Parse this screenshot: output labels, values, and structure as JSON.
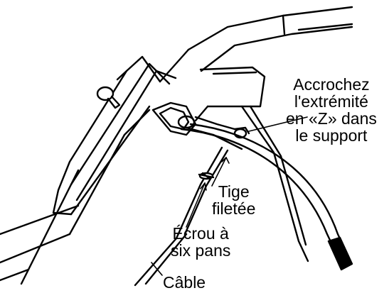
{
  "labels": {
    "hook": [
      "Accrochez",
      "l'extrémité",
      "en «Z» dans",
      "le support"
    ],
    "rod": [
      "Tige",
      "filetée"
    ],
    "nut": [
      "Écrou à",
      "six pans"
    ],
    "cable": [
      "Câble"
    ]
  },
  "colors": {
    "ink": "#000000",
    "paper": "#ffffff"
  }
}
